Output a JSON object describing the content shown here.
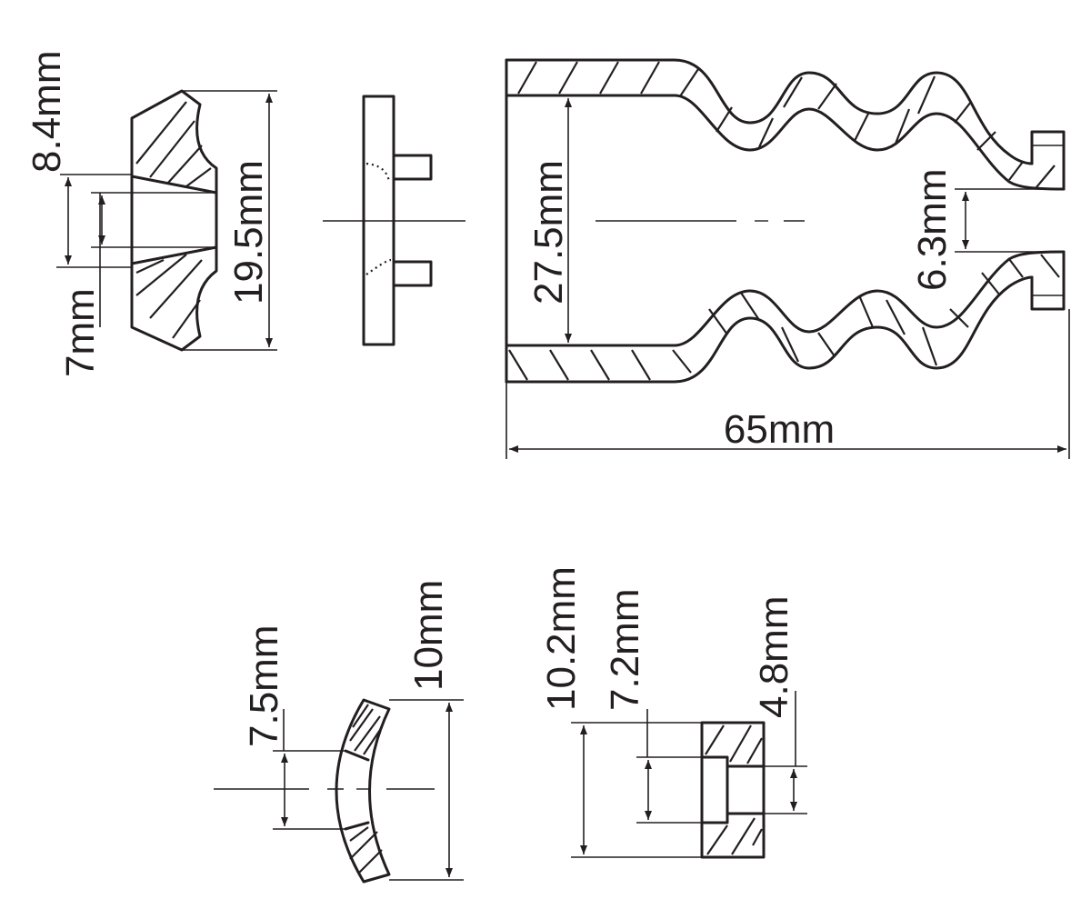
{
  "colors": {
    "ink": "#231f20",
    "paper": "#ffffff"
  },
  "labels": {
    "bushing_flange_width": "8.4mm",
    "bushing_height": "19.5mm",
    "bushing_bore": "7mm",
    "boot_inner_diameter": "27.5mm",
    "boot_outlet": "6.3mm",
    "boot_length": "65mm",
    "shell_inner": "7.5mm",
    "shell_height": "10mm",
    "ring_outer": "10.2mm",
    "ring_mid": "7.2mm",
    "ring_inner": "4.8mm"
  }
}
